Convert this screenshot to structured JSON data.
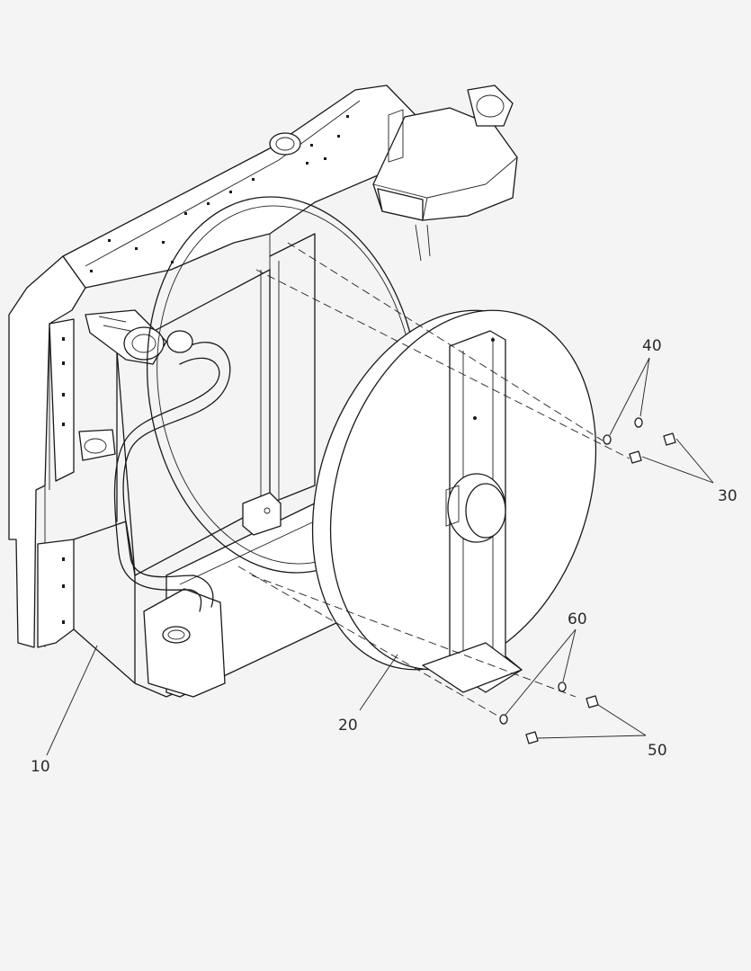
{
  "callouts": {
    "c10": "10",
    "c20": "20",
    "c30": "30",
    "c40": "40",
    "c50": "50",
    "c60": "60"
  },
  "parts": {
    "radiator_frame": "10",
    "fan_shroud": "20",
    "bolts_upper": "30",
    "washers_upper": "40",
    "bolts_lower": "50",
    "washers_lower": "60"
  }
}
